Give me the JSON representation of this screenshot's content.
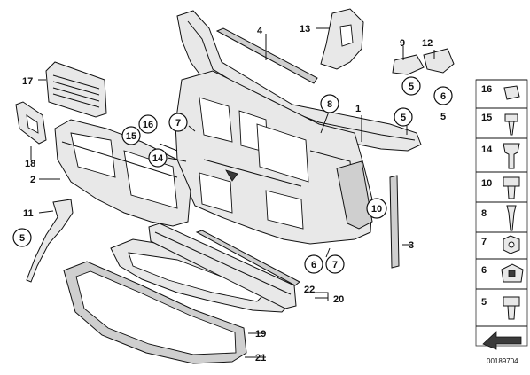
{
  "callouts": {
    "c1": "1",
    "c2": "2",
    "c3": "3",
    "c4": "4",
    "c5a": "5",
    "c5b": "5",
    "c5c": "5",
    "c5d": "5",
    "c6a": "6",
    "c6b": "6",
    "c7a": "7",
    "c7b": "7",
    "c8": "8",
    "c9": "9",
    "c10": "10",
    "c11": "11",
    "c12": "12",
    "c13": "13",
    "c14": "14",
    "c15": "15",
    "c16": "16",
    "c17": "17",
    "c18": "18",
    "c19": "19",
    "c20": "20",
    "c21": "21",
    "c22": "22"
  },
  "legend": [
    "16",
    "15",
    "14",
    "10",
    "8",
    "7",
    "6",
    "5"
  ],
  "image_id": "00189704"
}
